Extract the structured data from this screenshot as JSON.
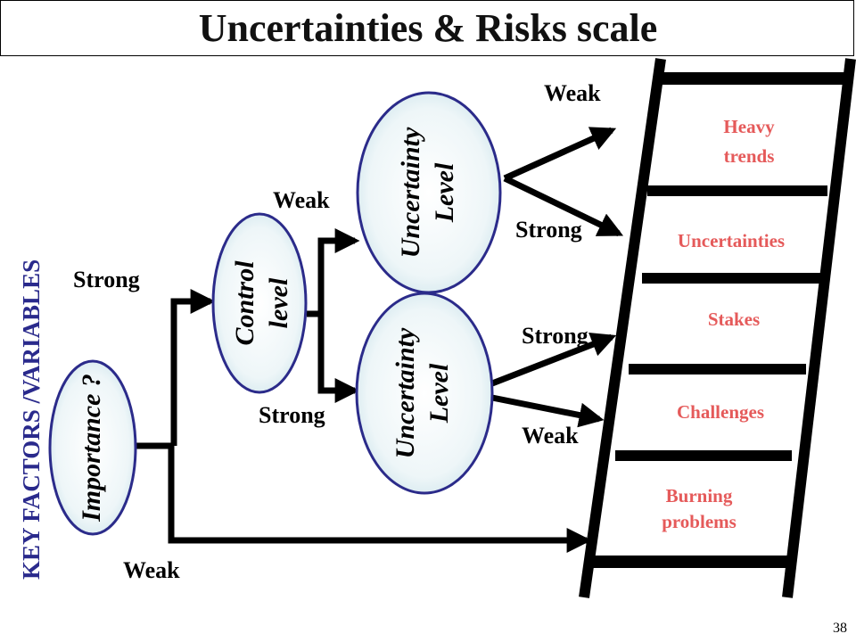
{
  "title": "Uncertainties & Risks scale",
  "side_label": "KEY FACTORS /VARIABLES",
  "nodes": {
    "importance": "Importance ?",
    "control_line1": "Control",
    "control_line2": "level",
    "uncertainty_top_line1": "Uncertainty",
    "uncertainty_top_line2": "Level",
    "uncertainty_bottom_line1": "Uncertainty",
    "uncertainty_bottom_line2": "Level"
  },
  "branch_labels": {
    "importance_strong": "Strong",
    "importance_weak": "Weak",
    "control_weak": "Weak",
    "control_strong": "Strong",
    "top_weak": "Weak",
    "top_strong": "Strong",
    "bottom_strong": "Strong",
    "bottom_weak": "Weak"
  },
  "ladder": {
    "rungs": [
      {
        "line1": "Heavy",
        "line2": "trends"
      },
      {
        "line1": "Uncertainties",
        "line2": ""
      },
      {
        "line1": "Stakes",
        "line2": ""
      },
      {
        "line1": "Challenges",
        "line2": ""
      },
      {
        "line1": "Burning",
        "line2": "problems"
      }
    ]
  },
  "page_number": "38",
  "colors": {
    "node_border": "#2b2b8a",
    "node_fill_center": "#ffffff",
    "node_fill_edge": "#cfe6ee",
    "rung_text": "#e55a5a",
    "side_text": "#2a2a8c"
  }
}
